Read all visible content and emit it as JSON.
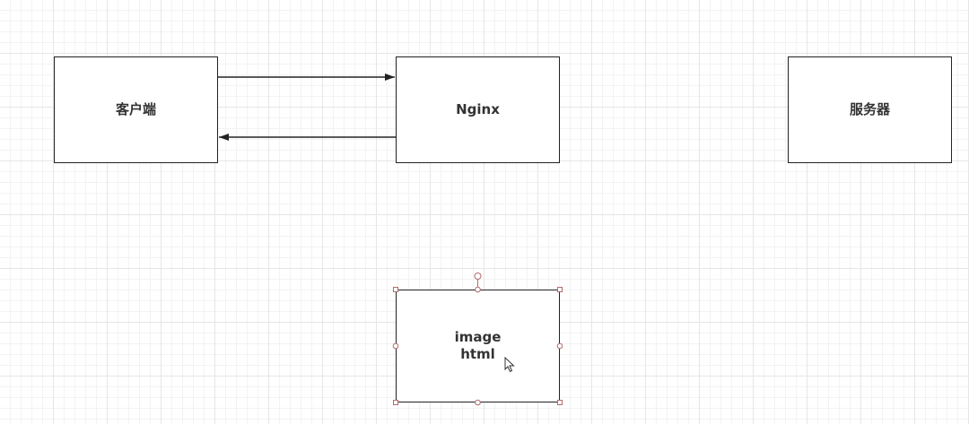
{
  "diagram": {
    "nodes": [
      {
        "id": "client",
        "label_lines": [
          "客户端"
        ]
      },
      {
        "id": "nginx",
        "label_lines": [
          "Nginx"
        ]
      },
      {
        "id": "server",
        "label_lines": [
          "服务器"
        ]
      },
      {
        "id": "image",
        "label_lines": [
          "image",
          "html"
        ],
        "selected": true
      }
    ],
    "edges": [
      {
        "from": "client",
        "to": "nginx"
      },
      {
        "from": "nginx",
        "to": "client"
      }
    ]
  },
  "colors": {
    "stroke": "#222222",
    "text": "#333333",
    "handle": "#b56a6a",
    "grid": "#e6e6e6"
  }
}
